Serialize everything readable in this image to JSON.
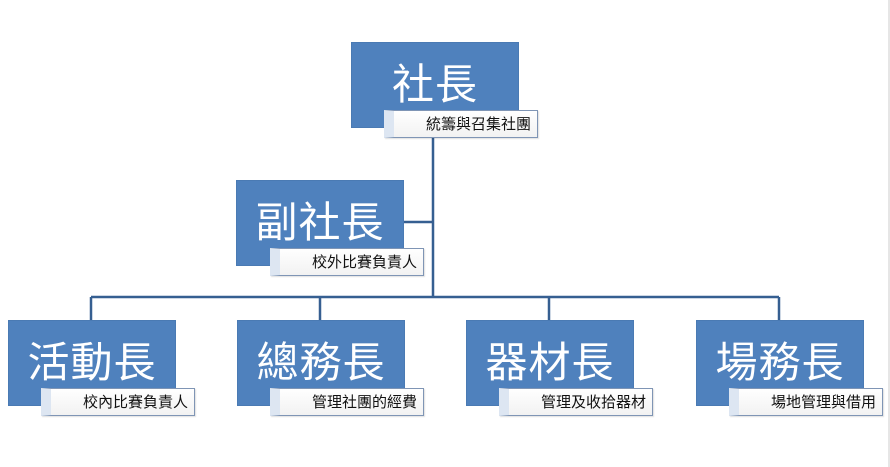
{
  "colors": {
    "box_fill": "#4f81bd",
    "connector": "#365f91",
    "box_text": "#ffffff"
  },
  "president": {
    "title": "社長",
    "note": "統籌與召集社團"
  },
  "vice_president": {
    "title": "副社長",
    "note": "校外比賽負責人"
  },
  "departments": [
    {
      "title": "活動長",
      "note": "校內比賽負責人"
    },
    {
      "title": "總務長",
      "note": "管理社團的經費"
    },
    {
      "title": "器材長",
      "note": "管理及收拾器材"
    },
    {
      "title": "場務長",
      "note": "場地管理與借用"
    }
  ]
}
